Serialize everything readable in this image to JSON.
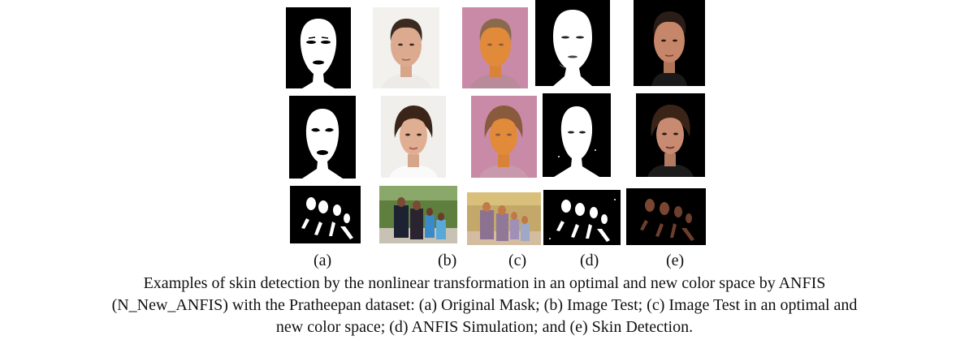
{
  "figure": {
    "columns": [
      {
        "key": "a",
        "label": "(a)",
        "description": "Original Mask"
      },
      {
        "key": "b",
        "label": "(b)",
        "description": "Image Test"
      },
      {
        "key": "c",
        "label": "(c)",
        "description": "Image Test in an optimal and new color space"
      },
      {
        "key": "d",
        "label": "(d)",
        "description": "ANFIS Simulation"
      },
      {
        "key": "e",
        "label": "(e)",
        "description": "Skin Detection"
      }
    ],
    "rows": [
      "male-face",
      "female-face",
      "family-group"
    ],
    "caption_lines": [
      "Examples of skin detection by the nonlinear transformation in an optimal and new color space by ANFIS",
      "(N_New_ANFIS) with the Pratheepan dataset: (a) Original Mask; (b) Image Test; (c) Image Test in an optimal and",
      "new color space; (d) ANFIS Simulation; and (e) Skin Detection."
    ]
  },
  "colors": {
    "mask_background": "#000000",
    "mask_skin": "#ffffff",
    "photo_background": "#f1efec",
    "transformed_background": "#c98aa8",
    "transformed_skin": "#e08a3a",
    "skin_tone": "#d9a98e",
    "hair": "#2e1f17"
  }
}
